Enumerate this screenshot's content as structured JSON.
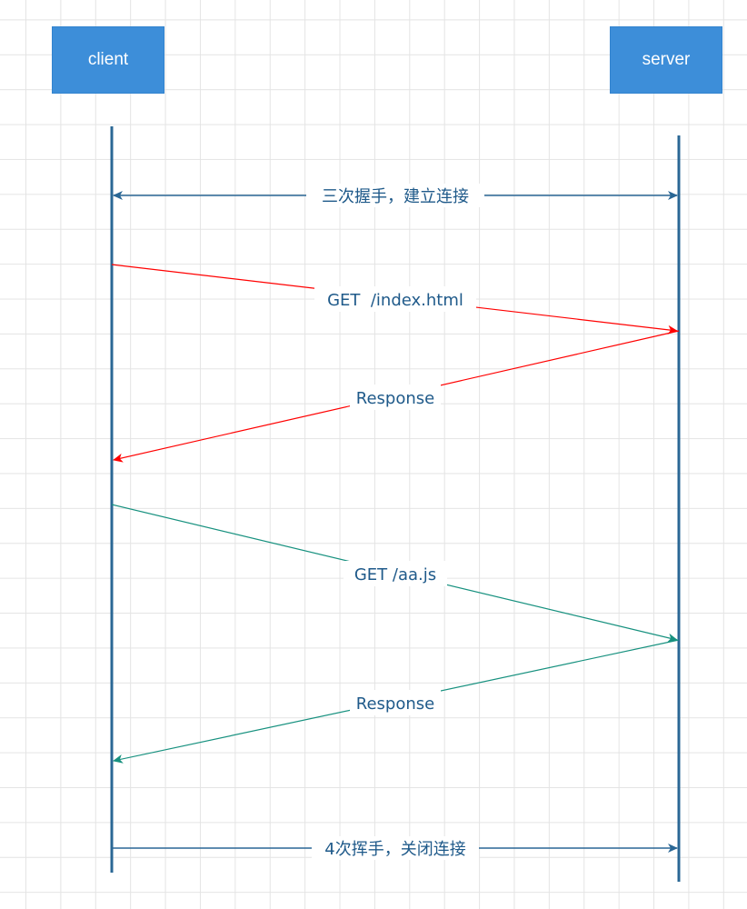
{
  "actors": {
    "client": "client",
    "server": "server"
  },
  "messages": [
    {
      "label": "三次握手，建立连接",
      "from": "client",
      "to": "server",
      "bidirectional": true,
      "color": "#2a6795"
    },
    {
      "label": "GET  /index.html",
      "from": "client",
      "to": "server",
      "bidirectional": false,
      "color": "#ff0000"
    },
    {
      "label": "Response",
      "from": "server",
      "to": "client",
      "bidirectional": false,
      "color": "#ff0000"
    },
    {
      "label": "GET /aa.js",
      "from": "client",
      "to": "server",
      "bidirectional": false,
      "color": "#17917f"
    },
    {
      "label": "Response",
      "from": "server",
      "to": "client",
      "bidirectional": false,
      "color": "#17917f"
    },
    {
      "label": "4次挥手，关闭连接",
      "from": "client",
      "to": "server",
      "bidirectional": false,
      "color": "#2a6795"
    }
  ],
  "colors": {
    "actor_fill": "#3d8ed9",
    "lifeline": "#2a6795",
    "label_text": "#1f5a8a",
    "request_red": "#ff0000",
    "request_teal": "#17917f",
    "grid": "#e4e4e4"
  }
}
